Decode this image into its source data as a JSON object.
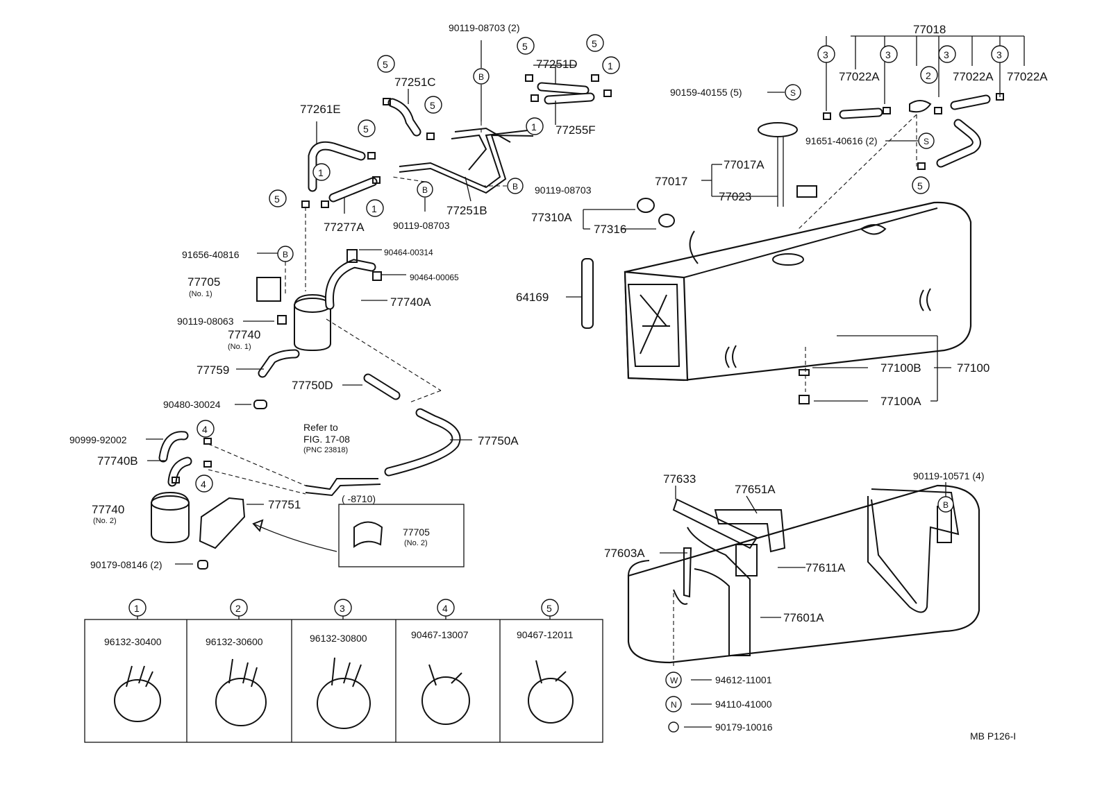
{
  "part_labels": {
    "p90119_08703_2": "90119-08703 (2)",
    "p77251D": "77251D",
    "p77251C": "77251C",
    "p77261E": "77261E",
    "p77255F": "77255F",
    "p90119_08703_a": "90119-08703",
    "p90119_08703_b": "90119-08703",
    "p77251B": "77251B",
    "p77277A": "77277A",
    "p91656_40816": "91656-40816",
    "p90464_00314": "90464-00314",
    "p90464_00065": "90464-00065",
    "p77705": "77705",
    "p77705_no1": "(No. 1)",
    "p77740A": "77740A",
    "p90119_08063": "90119-08063",
    "p77740": "77740",
    "p77740_no1": "(No. 1)",
    "p77759": "77759",
    "p77750D": "77750D",
    "p90480_30024": "90480-30024",
    "p90999_92002": "90999-92002",
    "p77740B": "77740B",
    "refer_to": "Refer to",
    "fig": "FIG. 17-08",
    "pnc": "(PNC 23818)",
    "p77750A": "77750A",
    "p77740_no2a": "77740",
    "p77740_no2b": "(No. 2)",
    "p77751": "77751",
    "p8710": "(      -8710)",
    "p77705_2": "77705",
    "p77705_no2": "(No. 2)",
    "p90179_08146": "90179-08146 (2)",
    "p77018": "77018",
    "p77022A_1": "77022A",
    "p77022A_2": "77022A",
    "p77022A_3": "77022A",
    "p90159_40155": "90159-40155 (5)",
    "p91651_40616": "91651-40616 (2)",
    "p77017A": "77017A",
    "p77017": "77017",
    "p77023": "77023",
    "p77310A": "77310A",
    "p77316": "77316",
    "p64169": "64169",
    "p77100B": "77100B",
    "p77100": "77100",
    "p77100A": "77100A",
    "p77633": "77633",
    "p77651A": "77651A",
    "p90119_10571": "90119-10571 (4)",
    "p77603A": "77603A",
    "p77611A": "77611A",
    "p77601A": "77601A",
    "p94612_11001": "94612-11001",
    "p94110_41000": "94110-41000",
    "p90179_10016": "90179-10016",
    "footer_code": "MB P126-I"
  },
  "callouts": {
    "c1": "1",
    "c2": "2",
    "c3": "3",
    "c4": "4",
    "c5": "5",
    "cB": "B",
    "cS": "S",
    "cW": "W",
    "cN": "N"
  },
  "legend": [
    {
      "num": "1",
      "part": "96132-30400"
    },
    {
      "num": "2",
      "part": "96132-30600"
    },
    {
      "num": "3",
      "part": "96132-30800"
    },
    {
      "num": "4",
      "part": "90467-13007"
    },
    {
      "num": "5",
      "part": "90467-12011"
    }
  ]
}
